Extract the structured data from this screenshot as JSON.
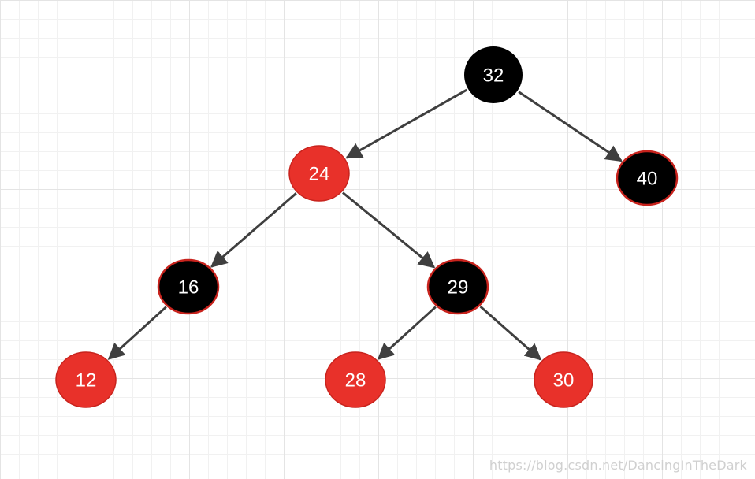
{
  "tree": {
    "colors": {
      "red": "#e8312a",
      "black": "#000000",
      "outline_red": "#c8231d",
      "edge": "#3f3f3f"
    },
    "nodes": [
      {
        "id": "n32",
        "label": "32",
        "color": "black"
      },
      {
        "id": "n24",
        "label": "24",
        "color": "red"
      },
      {
        "id": "n40",
        "label": "40",
        "color": "black"
      },
      {
        "id": "n16",
        "label": "16",
        "color": "black"
      },
      {
        "id": "n29",
        "label": "29",
        "color": "black"
      },
      {
        "id": "n12",
        "label": "12",
        "color": "red"
      },
      {
        "id": "n28",
        "label": "28",
        "color": "red"
      },
      {
        "id": "n30",
        "label": "30",
        "color": "red"
      }
    ],
    "edges": [
      {
        "from": "n32",
        "to": "n24"
      },
      {
        "from": "n32",
        "to": "n40"
      },
      {
        "from": "n24",
        "to": "n16"
      },
      {
        "from": "n24",
        "to": "n29"
      },
      {
        "from": "n16",
        "to": "n12"
      },
      {
        "from": "n29",
        "to": "n28"
      },
      {
        "from": "n29",
        "to": "n30"
      }
    ]
  },
  "watermark": "https://blog.csdn.net/DancingInTheDark"
}
